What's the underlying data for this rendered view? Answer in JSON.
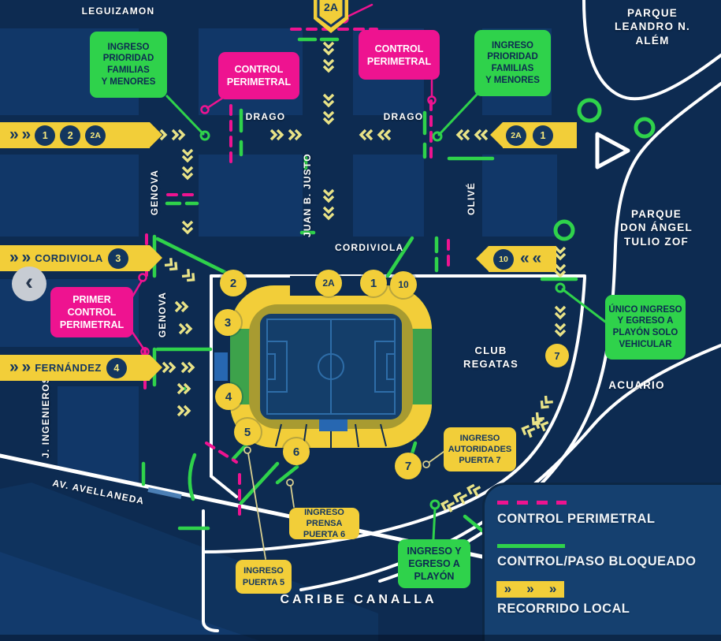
{
  "streets": {
    "leguizamon": "LEGUIZAMON",
    "drago_w": "DRAGO",
    "drago_e": "DRAGO",
    "genova_n": "GENOVA",
    "genova_s": "GENOVA",
    "juan_b_justo": "JUAN B. JUSTO",
    "olive": "OLIVÉ",
    "cordiviola_mid": "CORDIVIOLA",
    "j_ingenieros": "J. INGENIEROS",
    "av_avellaneda": "AV. AVELLANEDA",
    "caribe_canalla": "CARIBE CANALLA"
  },
  "areas": {
    "parque_alem": {
      "lines": [
        "PARQUE",
        "LEANDRO N.",
        "ALÉM"
      ]
    },
    "parque_zof": {
      "lines": [
        "PARQUE",
        "DON ÁNGEL",
        "TULIO ZOF"
      ]
    },
    "club_regatas": {
      "lines": [
        "CLUB",
        "REGATAS"
      ]
    },
    "acuario": "ACUARIO"
  },
  "shield": {
    "label": "2A"
  },
  "banners": {
    "route_west": {
      "chevrons": "» »",
      "circles": [
        "1",
        "2",
        "2A"
      ]
    },
    "route_east": {
      "circles": [
        "2A",
        "1"
      ],
      "chevrons": "« «"
    },
    "cordiviola": {
      "chevrons": "» »",
      "label": "CORDIVIOLA",
      "circle": "3"
    },
    "fernandez": {
      "chevrons": "» »",
      "label": "FERNÁNDEZ",
      "circle": "4"
    },
    "route_10": {
      "circle": "10",
      "chevrons": "« «"
    }
  },
  "stops": {
    "s1": "1",
    "s2": "2",
    "s2a": "2A",
    "s3": "3",
    "s4": "4",
    "s5": "5",
    "s6": "6",
    "s7": "7",
    "s7r": "7",
    "s10": "10"
  },
  "boxes": {
    "prioridad_tl": {
      "lines": [
        "INGRESO",
        "PRIORIDAD",
        "FAMILIAS",
        "Y MENORES"
      ]
    },
    "prioridad_tr": {
      "lines": [
        "INGRESO",
        "PRIORIDAD",
        "FAMILIAS",
        "Y MENORES"
      ]
    },
    "control_tc": {
      "lines": [
        "CONTROL",
        "PERIMETRAL"
      ]
    },
    "control_tr": {
      "lines": [
        "CONTROL",
        "PERIMETRAL"
      ]
    },
    "primer_control": {
      "lines": [
        "PRIMER",
        "CONTROL",
        "PERIMETRAL"
      ]
    },
    "unico_ingreso": {
      "lines": [
        "ÚNICO INGRESO",
        "Y EGRESO A",
        "PLAYÓN SOLO",
        "VEHICULAR"
      ]
    },
    "autoridades": {
      "lines": [
        "INGRESO",
        "AUTORIDADES",
        "PUERTA 7"
      ]
    },
    "prensa": {
      "lines": [
        "INGRESO PRENSA",
        "PUERTA 6"
      ]
    },
    "puerta5": {
      "lines": [
        "INGRESO",
        "PUERTA 5"
      ]
    },
    "playon": {
      "lines": [
        "INGRESO Y",
        "EGRESO A",
        "PLAYÓN"
      ]
    }
  },
  "legend": {
    "control_perimetral": "CONTROL PERIMETRAL",
    "control_paso_bloqueado": "CONTROL/PASO BLOQUEADO",
    "recorrido_local": "RECORRIDO LOCAL",
    "chevron_icon": "»"
  },
  "nav": {
    "back": "‹"
  },
  "colors": {
    "background": "#0d2b51",
    "block": "#113768",
    "yellow": "#f2ce39",
    "pale_chevron": "#e9e387",
    "pink": "#ee1390",
    "green": "#2fd24b",
    "stand_green": "#3da24b",
    "inner_ring": "#a89b31",
    "road_white": "#ffffff",
    "navy_text": "#13365f"
  }
}
